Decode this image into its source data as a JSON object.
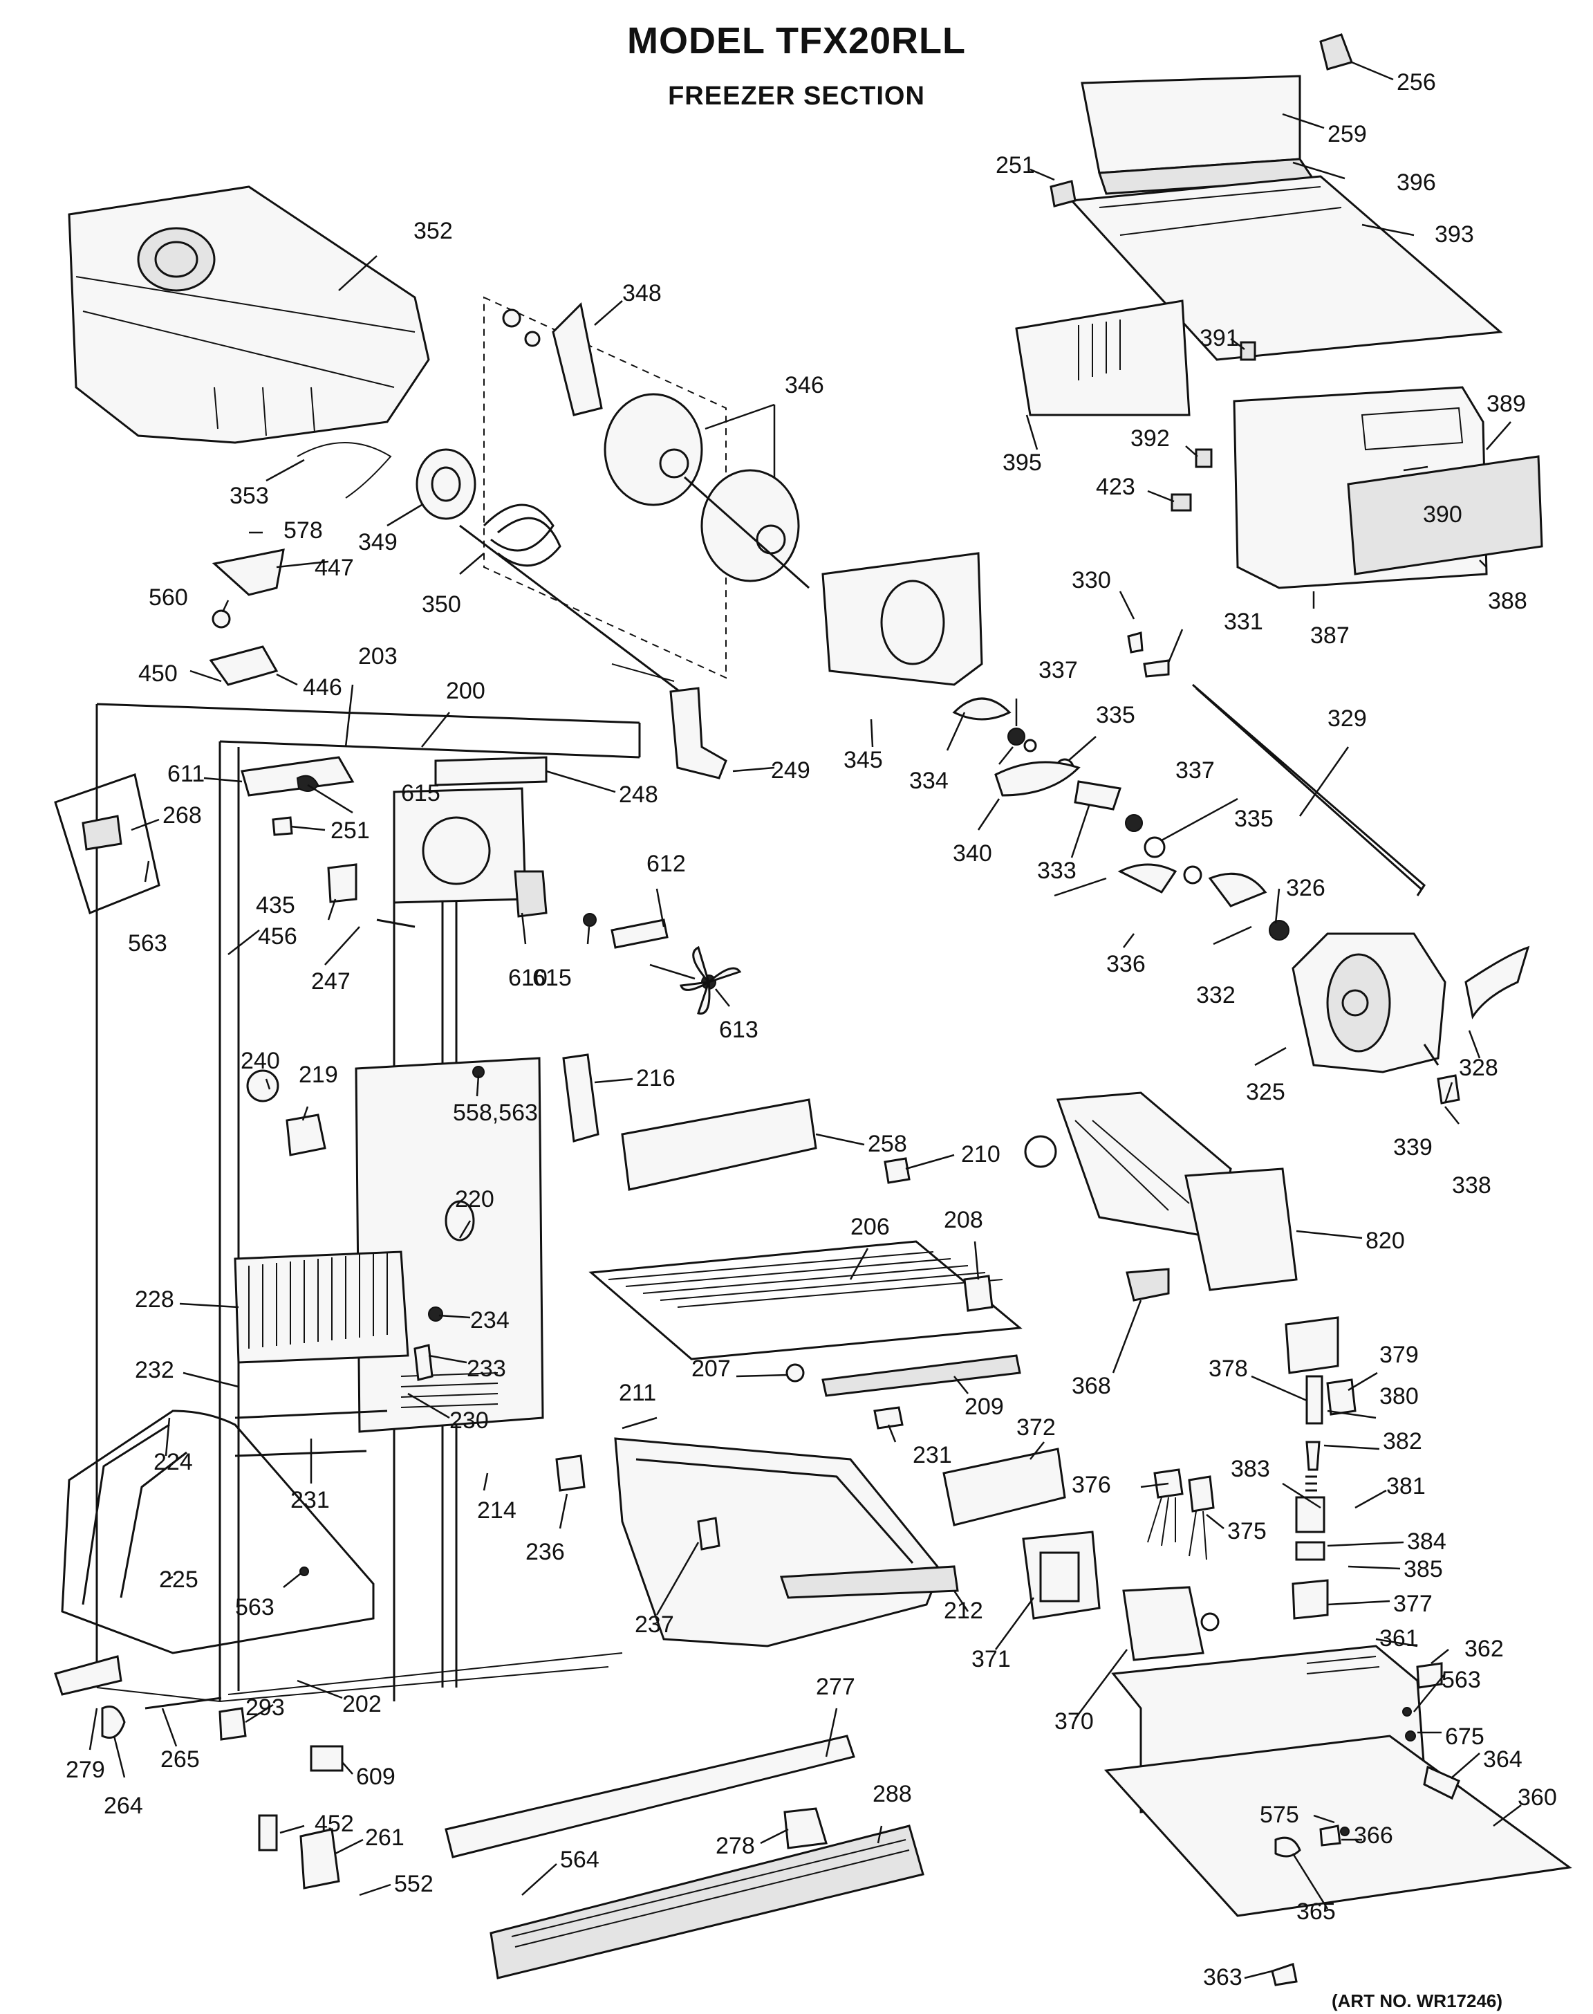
{
  "title": "MODEL TFX20RLL",
  "subtitle": "FREEZER SECTION",
  "art_number": "(ART NO. WR17246)",
  "callouts": [
    {
      "id": "c256",
      "label": "256"
    },
    {
      "id": "c259",
      "label": "259"
    },
    {
      "id": "c251a",
      "label": "251"
    },
    {
      "id": "c396",
      "label": "396"
    },
    {
      "id": "c393",
      "label": "393"
    },
    {
      "id": "c352",
      "label": "352"
    },
    {
      "id": "c348",
      "label": "348"
    },
    {
      "id": "c346",
      "label": "346"
    },
    {
      "id": "c391",
      "label": "391"
    },
    {
      "id": "c389",
      "label": "389"
    },
    {
      "id": "c395",
      "label": "395"
    },
    {
      "id": "c392",
      "label": "392"
    },
    {
      "id": "c423",
      "label": "423"
    },
    {
      "id": "c390",
      "label": "390"
    },
    {
      "id": "c353",
      "label": "353"
    },
    {
      "id": "c349",
      "label": "349"
    },
    {
      "id": "c578",
      "label": "578"
    },
    {
      "id": "c447",
      "label": "447"
    },
    {
      "id": "c560",
      "label": "560"
    },
    {
      "id": "c350",
      "label": "350"
    },
    {
      "id": "c330",
      "label": "330"
    },
    {
      "id": "c331",
      "label": "331"
    },
    {
      "id": "c387",
      "label": "387"
    },
    {
      "id": "c388",
      "label": "388"
    },
    {
      "id": "c450",
      "label": "450"
    },
    {
      "id": "c446",
      "label": "446"
    },
    {
      "id": "c203",
      "label": "203"
    },
    {
      "id": "c200",
      "label": "200"
    },
    {
      "id": "c337a",
      "label": "337"
    },
    {
      "id": "c335a",
      "label": "335"
    },
    {
      "id": "c329",
      "label": "329"
    },
    {
      "id": "c345",
      "label": "345"
    },
    {
      "id": "c249",
      "label": "249"
    },
    {
      "id": "c611",
      "label": "611"
    },
    {
      "id": "c615a",
      "label": "615"
    },
    {
      "id": "c248",
      "label": "248"
    },
    {
      "id": "c268",
      "label": "268"
    },
    {
      "id": "c251b",
      "label": "251"
    },
    {
      "id": "c334",
      "label": "334"
    },
    {
      "id": "c337b",
      "label": "337"
    },
    {
      "id": "c335b",
      "label": "335"
    },
    {
      "id": "c340",
      "label": "340"
    },
    {
      "id": "c333",
      "label": "333"
    },
    {
      "id": "c612",
      "label": "612"
    },
    {
      "id": "c435",
      "label": "435"
    },
    {
      "id": "c456",
      "label": "456"
    },
    {
      "id": "c563a",
      "label": "563"
    },
    {
      "id": "c247",
      "label": "247"
    },
    {
      "id": "c610",
      "label": "610"
    },
    {
      "id": "c615b",
      "label": "615"
    },
    {
      "id": "c326",
      "label": "326"
    },
    {
      "id": "c336",
      "label": "336"
    },
    {
      "id": "c332",
      "label": "332"
    },
    {
      "id": "c613",
      "label": "613"
    },
    {
      "id": "c240",
      "label": "240"
    },
    {
      "id": "c219",
      "label": "219"
    },
    {
      "id": "c216",
      "label": "216"
    },
    {
      "id": "c558",
      "label": "558,563"
    },
    {
      "id": "c328",
      "label": "328"
    },
    {
      "id": "c325",
      "label": "325"
    },
    {
      "id": "c258",
      "label": "258"
    },
    {
      "id": "c339",
      "label": "339"
    },
    {
      "id": "c210",
      "label": "210"
    },
    {
      "id": "c338",
      "label": "338"
    },
    {
      "id": "c220",
      "label": "220"
    },
    {
      "id": "c206",
      "label": "206"
    },
    {
      "id": "c208",
      "label": "208"
    },
    {
      "id": "c820",
      "label": "820"
    },
    {
      "id": "c228",
      "label": "228"
    },
    {
      "id": "c234",
      "label": "234"
    },
    {
      "id": "c233",
      "label": "233"
    },
    {
      "id": "c232",
      "label": "232"
    },
    {
      "id": "c207",
      "label": "207"
    },
    {
      "id": "c368",
      "label": "368"
    },
    {
      "id": "c378",
      "label": "378"
    },
    {
      "id": "c379",
      "label": "379"
    },
    {
      "id": "c230",
      "label": "230"
    },
    {
      "id": "c211",
      "label": "211"
    },
    {
      "id": "c209",
      "label": "209"
    },
    {
      "id": "c380",
      "label": "380"
    },
    {
      "id": "c372",
      "label": "372"
    },
    {
      "id": "c231a",
      "label": "231"
    },
    {
      "id": "c224",
      "label": "224"
    },
    {
      "id": "c231b",
      "label": "231"
    },
    {
      "id": "c214",
      "label": "214"
    },
    {
      "id": "c382",
      "label": "382"
    },
    {
      "id": "c383",
      "label": "383"
    },
    {
      "id": "c376",
      "label": "376"
    },
    {
      "id": "c381",
      "label": "381"
    },
    {
      "id": "c236",
      "label": "236"
    },
    {
      "id": "c375",
      "label": "375"
    },
    {
      "id": "c384",
      "label": "384"
    },
    {
      "id": "c385",
      "label": "385"
    },
    {
      "id": "c225",
      "label": "225"
    },
    {
      "id": "c563b",
      "label": "563"
    },
    {
      "id": "c237",
      "label": "237"
    },
    {
      "id": "c212",
      "label": "212"
    },
    {
      "id": "c377",
      "label": "377"
    },
    {
      "id": "c371",
      "label": "371"
    },
    {
      "id": "c361",
      "label": "361"
    },
    {
      "id": "c362",
      "label": "362"
    },
    {
      "id": "c563c",
      "label": "563"
    },
    {
      "id": "c277",
      "label": "277"
    },
    {
      "id": "c202",
      "label": "202"
    },
    {
      "id": "c293",
      "label": "293"
    },
    {
      "id": "c370",
      "label": "370"
    },
    {
      "id": "c675",
      "label": "675"
    },
    {
      "id": "c364",
      "label": "364"
    },
    {
      "id": "c279",
      "label": "279"
    },
    {
      "id": "c265",
      "label": "265"
    },
    {
      "id": "c609",
      "label": "609"
    },
    {
      "id": "c288",
      "label": "288"
    },
    {
      "id": "c360",
      "label": "360"
    },
    {
      "id": "c264",
      "label": "264"
    },
    {
      "id": "c452",
      "label": "452"
    },
    {
      "id": "c261",
      "label": "261"
    },
    {
      "id": "c278",
      "label": "278"
    },
    {
      "id": "c575",
      "label": "575"
    },
    {
      "id": "c366",
      "label": "366"
    },
    {
      "id": "c564",
      "label": "564"
    },
    {
      "id": "c552",
      "label": "552"
    },
    {
      "id": "c365",
      "label": "365"
    },
    {
      "id": "c363",
      "label": "363"
    }
  ]
}
